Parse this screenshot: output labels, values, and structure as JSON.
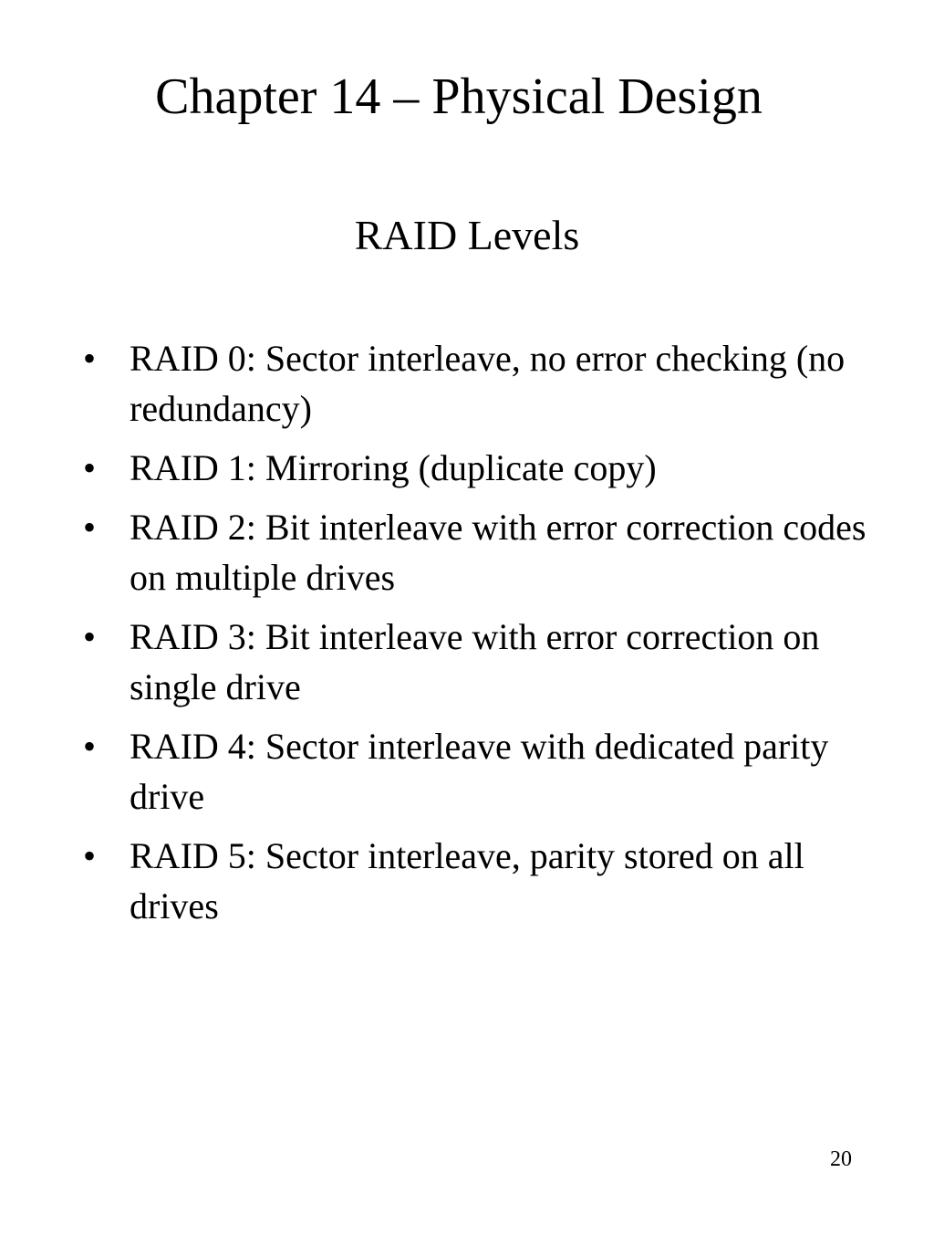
{
  "slide": {
    "title": "Chapter 14 – Physical Design",
    "subtitle": "RAID Levels",
    "bullet_symbol": "•",
    "bullets": [
      "RAID 0: Sector interleave, no error checking (no redundancy)",
      "RAID 1: Mirroring (duplicate copy)",
      "RAID 2: Bit interleave with error correction codes on multiple drives",
      "RAID 3: Bit interleave with error correction on single drive",
      "RAID 4: Sector interleave with dedicated parity drive",
      "RAID 5: Sector interleave, parity stored on all drives"
    ],
    "page_number": "20"
  }
}
